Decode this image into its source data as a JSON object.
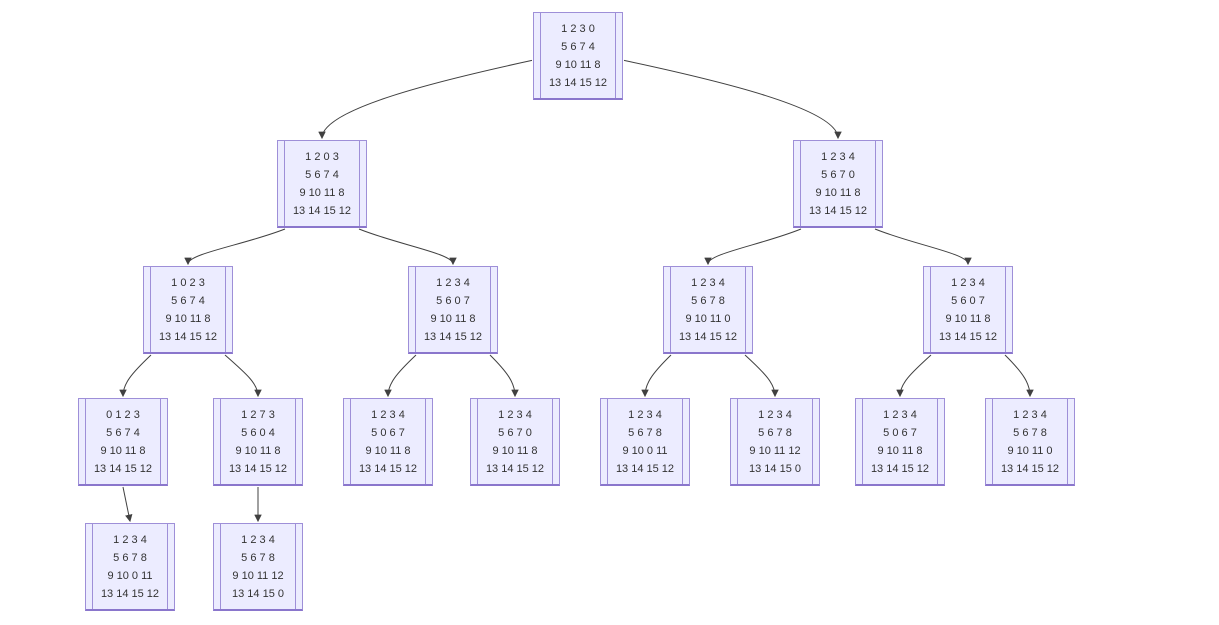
{
  "diagram": {
    "title": "15-puzzle state-space search tree",
    "type": "tree",
    "colors": {
      "node_fill": "#ECECFF",
      "node_border": "#9E8FD8",
      "node_border_bottom": "#8A76CC",
      "edge": "#404040",
      "text": "#333333"
    },
    "nodes": [
      {
        "id": "root",
        "rows": [
          "1 2 3 0",
          "5 6 7 4",
          "9 10 11 8",
          "13 14 15 12"
        ]
      },
      {
        "id": "n1",
        "rows": [
          "1 2 0 3",
          "5 6 7 4",
          "9 10 11 8",
          "13 14 15 12"
        ]
      },
      {
        "id": "n2",
        "rows": [
          "1 2 3 4",
          "5 6 7 0",
          "9 10 11 8",
          "13 14 15 12"
        ]
      },
      {
        "id": "n3",
        "rows": [
          "1 0 2 3",
          "5 6 7 4",
          "9 10 11 8",
          "13 14 15 12"
        ]
      },
      {
        "id": "n4",
        "rows": [
          "1 2 3 4",
          "5 6 0 7",
          "9 10 11 8",
          "13 14 15 12"
        ]
      },
      {
        "id": "n5",
        "rows": [
          "1 2 3 4",
          "5 6 7 8",
          "9 10 11 0",
          "13 14 15 12"
        ]
      },
      {
        "id": "n6",
        "rows": [
          "1 2 3 4",
          "5 6 0 7",
          "9 10 11 8",
          "13 14 15 12"
        ]
      },
      {
        "id": "n7",
        "rows": [
          "0 1 2 3",
          "5 6 7 4",
          "9 10 11 8",
          "13 14 15 12"
        ]
      },
      {
        "id": "n8",
        "rows": [
          "1 2 7 3",
          "5 6 0 4",
          "9 10 11 8",
          "13 14 15 12"
        ]
      },
      {
        "id": "n9",
        "rows": [
          "1 2 3 4",
          "5 0 6 7",
          "9 10 11 8",
          "13 14 15 12"
        ]
      },
      {
        "id": "n10",
        "rows": [
          "1 2 3 4",
          "5 6 7 0",
          "9 10 11 8",
          "13 14 15 12"
        ]
      },
      {
        "id": "n11",
        "rows": [
          "1 2 3 4",
          "5 6 7 8",
          "9 10 0 11",
          "13 14 15 12"
        ]
      },
      {
        "id": "n12",
        "rows": [
          "1 2 3 4",
          "5 6 7 8",
          "9 10 11 12",
          "13 14 15 0"
        ]
      },
      {
        "id": "n13",
        "rows": [
          "1 2 3 4",
          "5 0 6 7",
          "9 10 11 8",
          "13 14 15 12"
        ]
      },
      {
        "id": "n14",
        "rows": [
          "1 2 3 4",
          "5 6 7 8",
          "9 10 11 0",
          "13 14 15 12"
        ]
      },
      {
        "id": "n15",
        "rows": [
          "1 2 3 4",
          "5 6 7 8",
          "9 10 0 11",
          "13 14 15 12"
        ]
      },
      {
        "id": "n16",
        "rows": [
          "1 2 3 4",
          "5 6 7 8",
          "9 10 11 12",
          "13 14 15 0"
        ]
      }
    ],
    "edges": [
      [
        "root",
        "n1"
      ],
      [
        "root",
        "n2"
      ],
      [
        "n1",
        "n3"
      ],
      [
        "n1",
        "n4"
      ],
      [
        "n2",
        "n5"
      ],
      [
        "n2",
        "n6"
      ],
      [
        "n3",
        "n7"
      ],
      [
        "n3",
        "n8"
      ],
      [
        "n4",
        "n9"
      ],
      [
        "n4",
        "n10"
      ],
      [
        "n5",
        "n11"
      ],
      [
        "n5",
        "n12"
      ],
      [
        "n6",
        "n13"
      ],
      [
        "n6",
        "n14"
      ],
      [
        "n7",
        "n15"
      ],
      [
        "n8",
        "n16"
      ]
    ]
  }
}
